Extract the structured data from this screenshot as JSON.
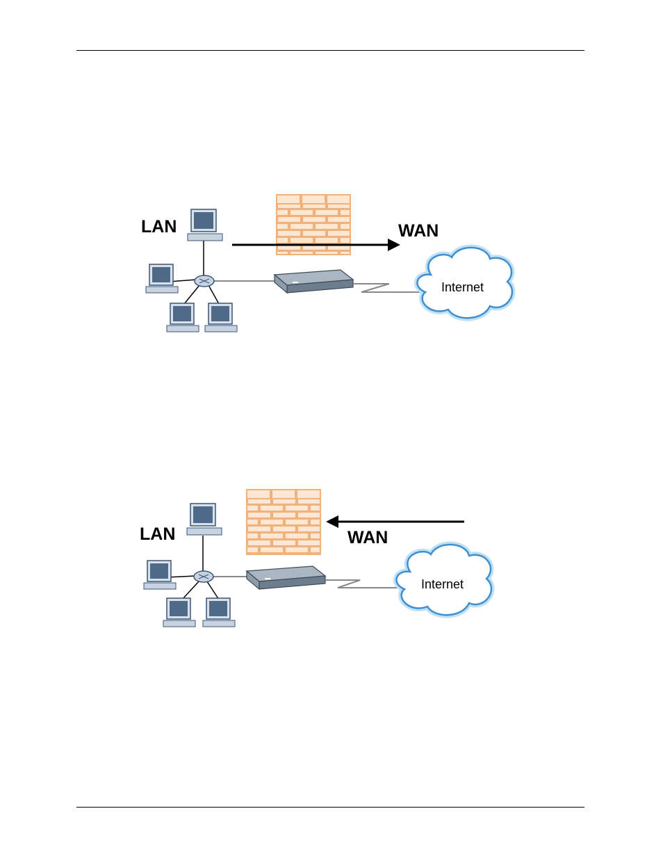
{
  "diagrams": [
    {
      "id": "outbound",
      "lan_label": "LAN",
      "wan_label": "WAN",
      "cloud_label": "Internet",
      "arrow_direction": "lan-to-wan"
    },
    {
      "id": "inbound",
      "lan_label": "LAN",
      "wan_label": "WAN",
      "cloud_label": "Internet",
      "arrow_direction": "wan-to-lan"
    }
  ],
  "colors": {
    "brick_mortar": "#f0b27a",
    "brick_face": "#fde6d2",
    "monitor_screen": "#4f6a86",
    "device_body": "#8e9ba8",
    "cloud_stroke": "#3d8fd0",
    "cloud_glow": "#bfe0f7"
  }
}
